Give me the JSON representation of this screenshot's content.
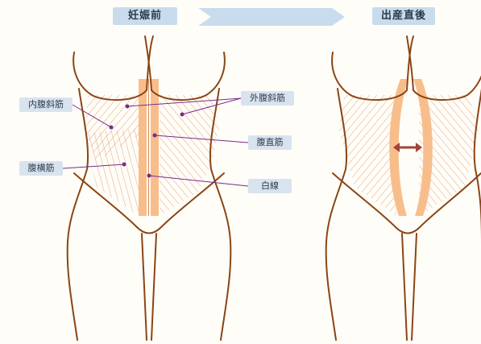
{
  "headers": {
    "before": "妊娠前",
    "after": "出産直後"
  },
  "labels": {
    "internal_oblique": "内腹斜筋",
    "external_oblique": "外腹斜筋",
    "rectus_abdominis": "腹直筋",
    "transversus_abdominis": "腹横筋",
    "linea_alba": "白線"
  },
  "colors": {
    "outline": "#8b4513",
    "rectus": "#f7be8c",
    "hatch": "#e3a27c",
    "label_bg": "#d9e3ef",
    "header_bg": "#c9dced",
    "pointer": "#7b2a8a",
    "arrow": "#a0443a"
  },
  "icons": {
    "step_arrow": "chevron-right-arrow",
    "separation_arrow": "double-headed-arrow"
  }
}
